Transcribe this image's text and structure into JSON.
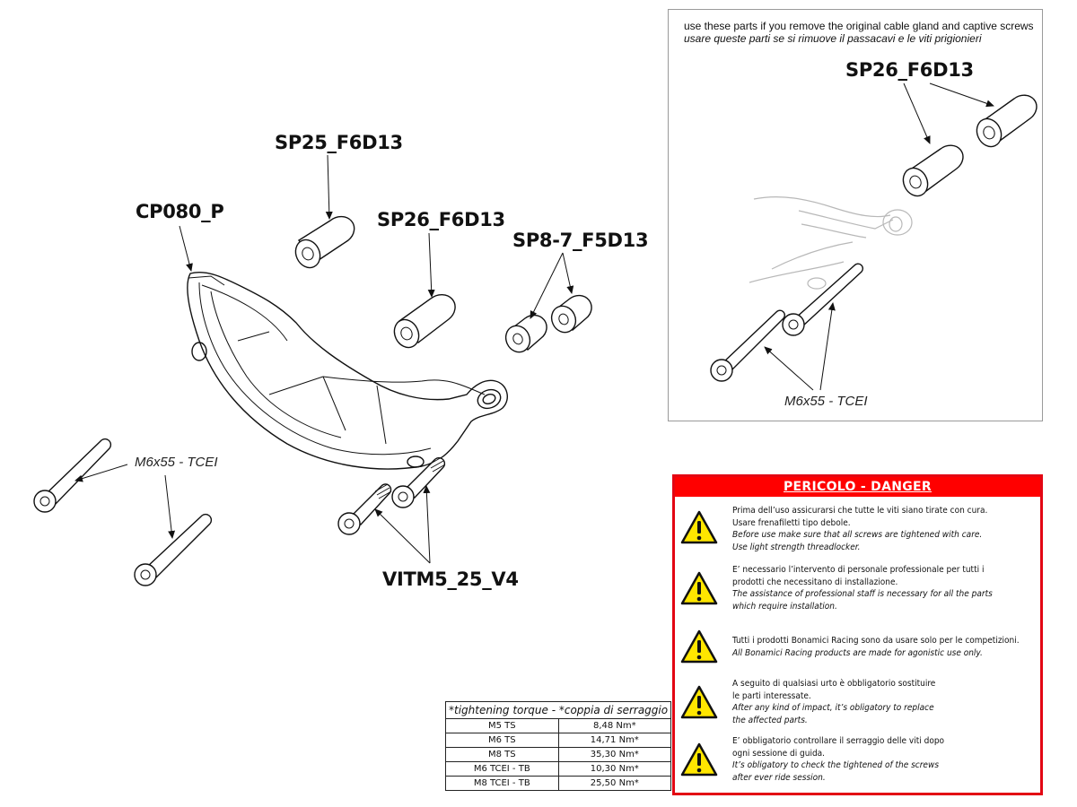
{
  "main_diagram": {
    "part_labels": {
      "bracket": "CP080_P",
      "spacer_long": "SP25_F6D13",
      "spacer_mid": "SP26_F6D13",
      "spacer_short": "SP8-7_F5D13",
      "bolts_m5": "VITM5_25_V4"
    },
    "screw_label": "M6x55 - TCEI"
  },
  "alternative_parts": {
    "note_en": "use these parts if you remove the original cable gland and captive screws",
    "note_it": "usare queste parti se si rimuove il passacavi e le viti prigionieri",
    "spacer_label": "SP26_F6D13",
    "screw_label": "M6x55 - TCEI"
  },
  "danger_panel": {
    "title": "PERICOLO - DANGER",
    "accent_color": "#ff0000",
    "icon": "warning-triangle-icon",
    "warnings": [
      {
        "it": [
          "Prima dell’uso assicurarsi che tutte le viti siano tirate con cura.",
          "Usare frenafiletti tipo debole."
        ],
        "en": [
          "Before use make sure that all screws are tightened with care.",
          "Use light strength threadlocker."
        ]
      },
      {
        "it": [
          "E’ necessario l’intervento di personale professionale per tutti i",
          "prodotti che necessitano di installazione."
        ],
        "en": [
          "The assistance of professional staff is necessary for all the parts",
          "which require installation."
        ]
      },
      {
        "it": [
          "Tutti i prodotti Bonamici Racing sono da usare solo per le competizioni."
        ],
        "en": [
          "All Bonamici Racing products are made for agonistic use only."
        ]
      },
      {
        "it": [
          "A seguito di qualsiasi urto è obbligatorio sostituire",
          "le parti interessate."
        ],
        "en": [
          "After any kind of impact, it’s obligatory to replace",
          "the affected parts."
        ]
      },
      {
        "it": [
          "E’ obbligatorio controllare il serraggio delle viti dopo",
          "ogni sessione di guida."
        ],
        "en": [
          "It’s obligatory to check the tightened of the screws",
          "after ever ride session."
        ]
      }
    ]
  },
  "torque_table": {
    "header": "*tightening torque - *coppia di serraggio",
    "rows": [
      {
        "size": "M5 TS",
        "torque": "8,48 Nm*"
      },
      {
        "size": "M6 TS",
        "torque": "14,71 Nm*"
      },
      {
        "size": "M8 TS",
        "torque": "35,30 Nm*"
      },
      {
        "size": "M6 TCEI - TB",
        "torque": "10,30 Nm*"
      },
      {
        "size": "M8 TCEI - TB",
        "torque": "25,50 Nm*"
      }
    ]
  }
}
